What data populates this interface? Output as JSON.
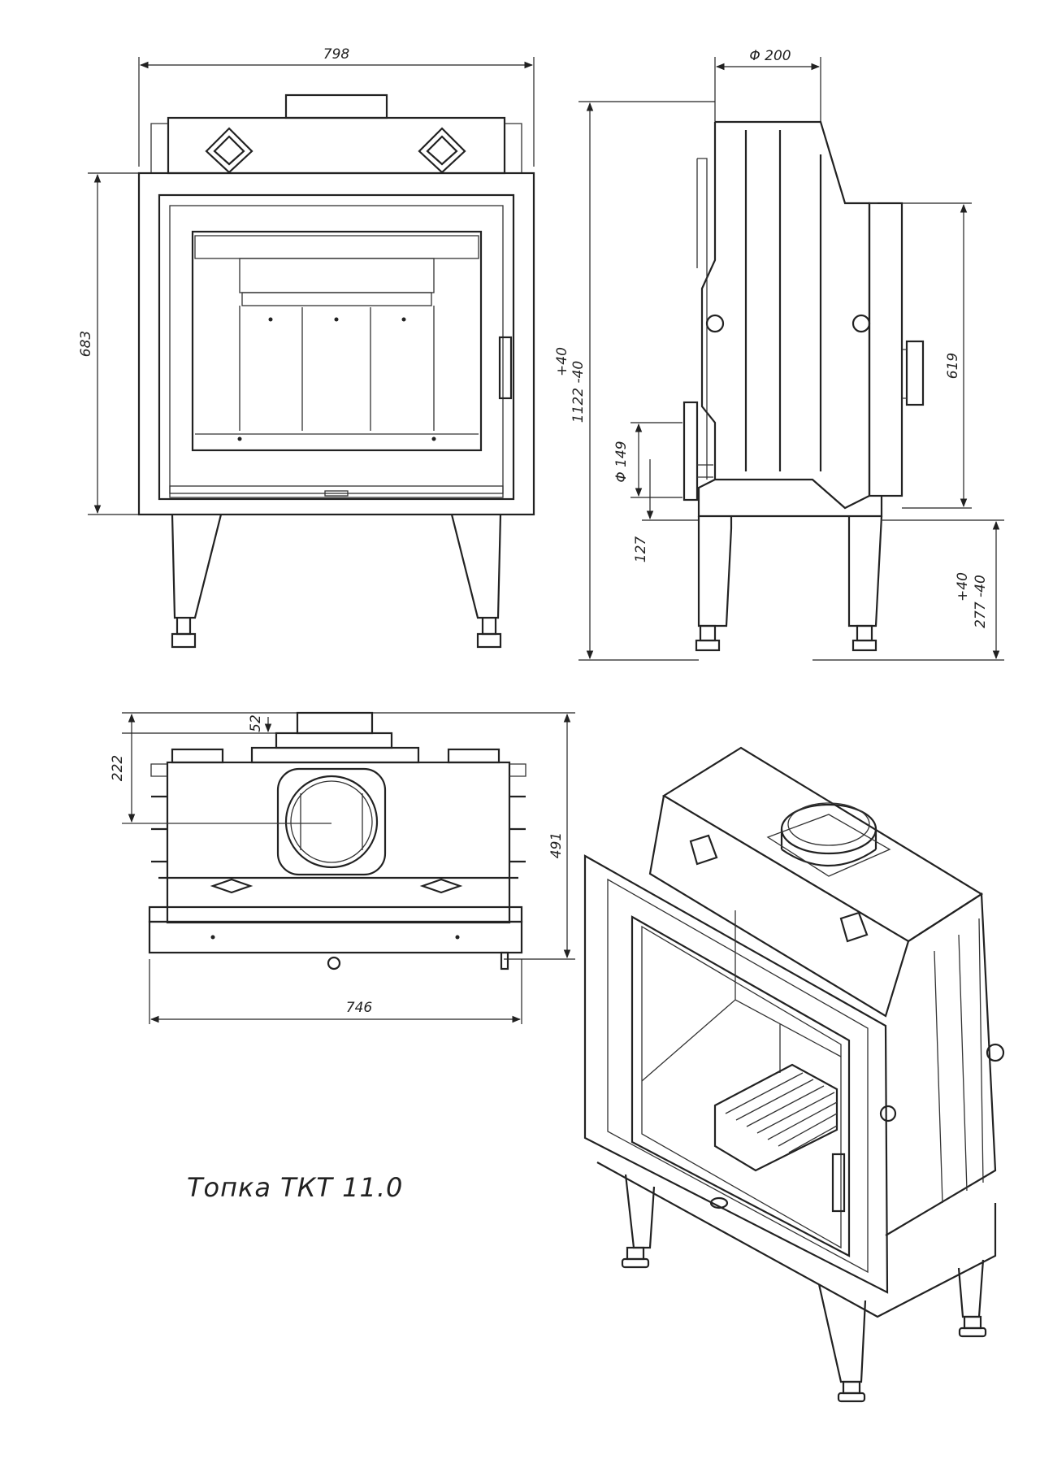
{
  "title": "Топка ТКТ 11.0",
  "dimensions": {
    "front_width": "798",
    "front_height": "683",
    "flue_diameter": "Φ 200",
    "total_height": "1122 -40",
    "total_height_tol": "+40",
    "door_height": "619",
    "inlet_diameter": "Φ 149",
    "inlet_offset": "127",
    "leg_height": "277 -40",
    "leg_height_tol": "+40",
    "top_offset": "52",
    "top_depth": "222",
    "depth": "491",
    "base_width": "746"
  },
  "colors": {
    "line": "#222222",
    "background": "#ffffff"
  }
}
